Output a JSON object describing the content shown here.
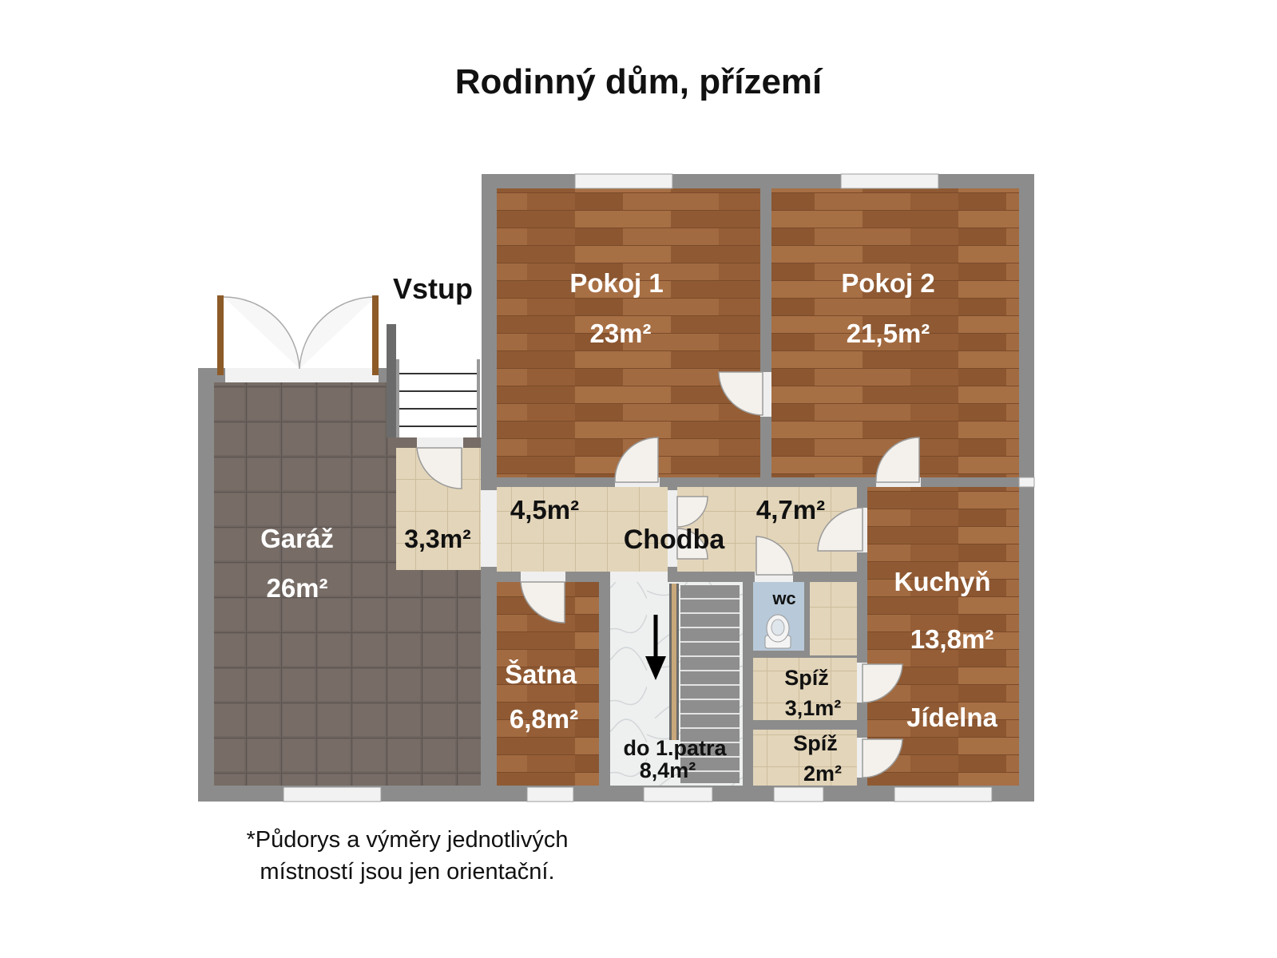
{
  "title": "Rodinný dům, přízemí",
  "note_line1": "*Půdorys a výměry jednotlivých",
  "note_line2": "místností jsou jen orientační.",
  "entrance_label": "Vstup",
  "rooms": {
    "garage": {
      "name": "Garáž",
      "area": "26m²"
    },
    "vestibule": {
      "area": "3,3m²"
    },
    "room1": {
      "name": "Pokoj 1",
      "area": "23m²"
    },
    "room2": {
      "name": "Pokoj 2",
      "area": "21,5m²"
    },
    "hall_left": {
      "area": "4,5m²"
    },
    "hall_name": "Chodba",
    "hall_right": {
      "area": "4,7m²"
    },
    "wardrobe": {
      "name": "Šatna",
      "area": "6,8m²"
    },
    "stairs": {
      "name": "do 1.patra",
      "area": "8,4m²"
    },
    "wc": {
      "name": "wc"
    },
    "pantry1": {
      "name": "Spíž",
      "area": "3,1m²"
    },
    "pantry2": {
      "name": "Spíž",
      "area": "2m²"
    },
    "kitchen": {
      "name": "Kuchyň",
      "area": "13,8m²",
      "name2": "Jídelna"
    }
  },
  "colors": {
    "wall": "#8c8c8c",
    "wood": "#9a643c",
    "tile": "#e3d5b9",
    "garage_floor": "#6f6560",
    "stairs_floor": "#eef0f0",
    "wc_floor": "#b8c9d9"
  }
}
